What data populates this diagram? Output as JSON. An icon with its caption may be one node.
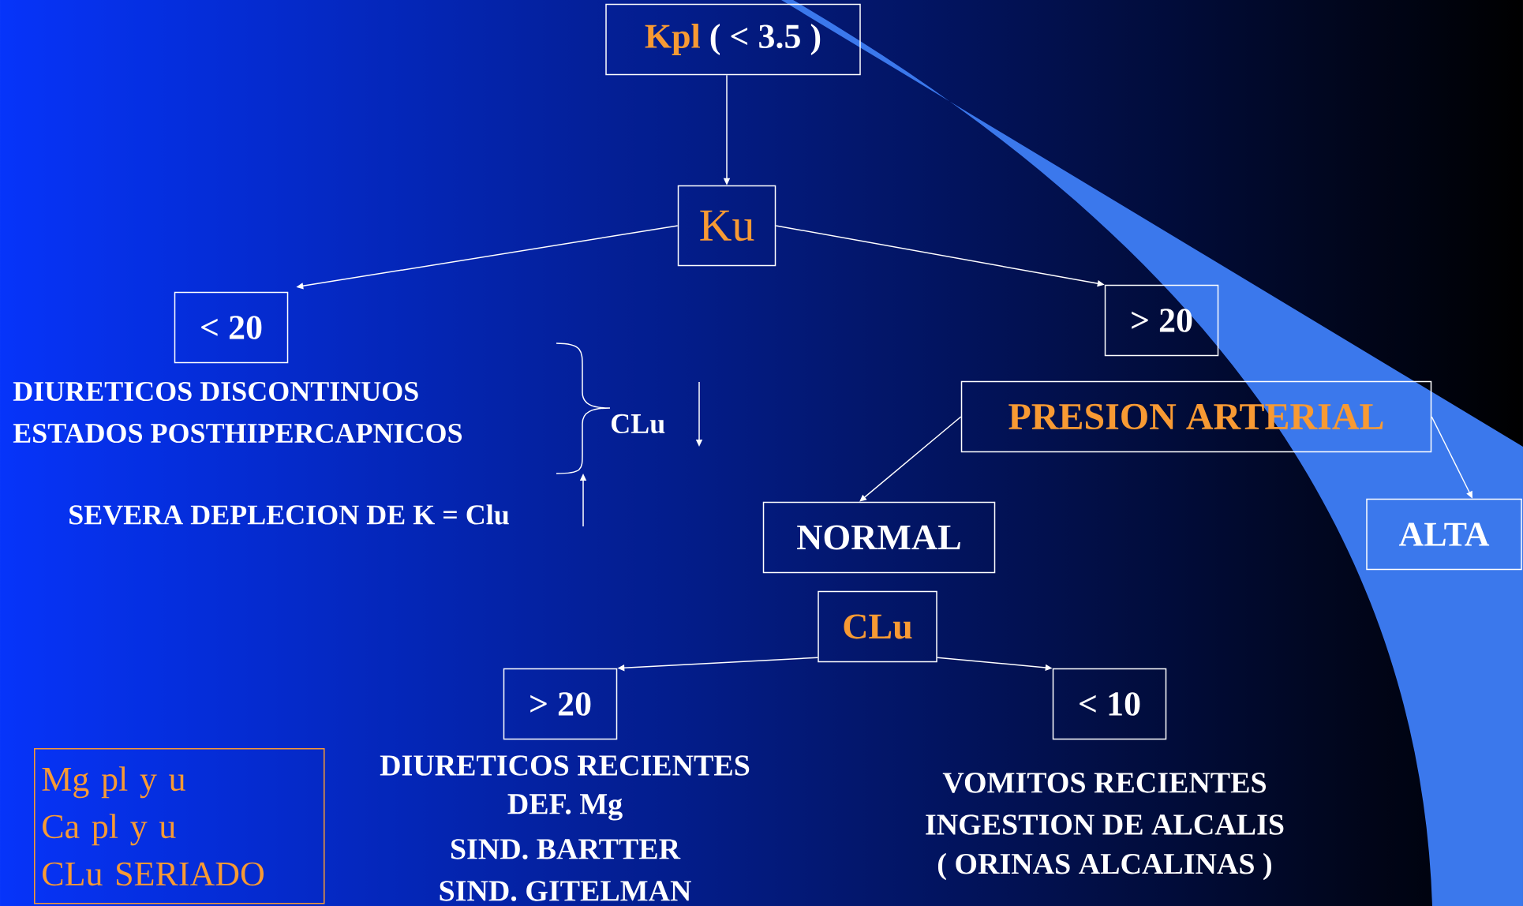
{
  "diagram": {
    "nodes": [
      {
        "text": [
          "Kpl",
          "( < 3.5 )"
        ]
      },
      {
        "text": [
          "Ku"
        ]
      },
      {
        "text": [
          "< 20"
        ]
      },
      {
        "text": [
          "> 20"
        ]
      },
      {
        "text": [
          "PRESION ARTERIAL"
        ]
      },
      {
        "text": [
          "NORMAL"
        ]
      },
      {
        "text": [
          "ALTA"
        ]
      },
      {
        "text": [
          "CLu"
        ]
      },
      {
        "text": [
          "> 20"
        ],
        "beside": [
          "DIURETICOS RECIENTES",
          "DEF. Mg",
          "SIND. BARTTER",
          "SIND. GITELMAN"
        ]
      },
      {
        "text": [
          "< 10"
        ],
        "beside": [
          "VOMITOS  RECIENTES",
          "INGESTION DE ALCALIS",
          "( ORINAS ALCALINAS )"
        ]
      },
      {
        "text": [
          "Mg pl y u",
          "Ca pl y u",
          "CLu SERIADO"
        ]
      }
    ],
    "edges": [
      {
        "from": 0,
        "to": 1,
        "arrow": "to"
      },
      {
        "from": 1,
        "to": 2,
        "arrow": "to"
      },
      {
        "from": 1,
        "to": 3,
        "arrow": "to"
      },
      {
        "from": 4,
        "to": 5,
        "arrow": "to"
      },
      {
        "from": 4,
        "to": 6,
        "arrow": "to"
      },
      {
        "from": 7,
        "to": 8,
        "arrow": "to"
      },
      {
        "from": 7,
        "to": 9,
        "arrow": "to"
      }
    ],
    "labels": [
      "DIURETICOS DISCONTINUOS",
      "ESTADOS POSTHIPERCAPNICOS",
      "CLu",
      "SEVERA DEPLECION DE K = Clu"
    ]
  }
}
